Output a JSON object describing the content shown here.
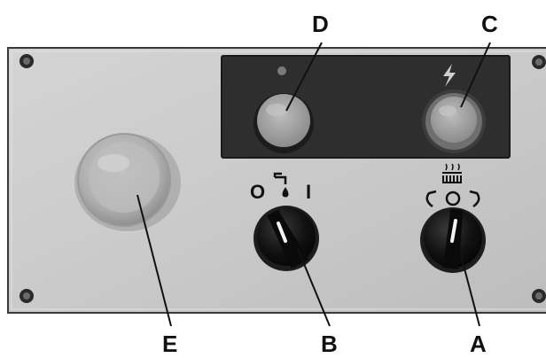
{
  "callouts": {
    "a": "A",
    "b": "B",
    "c": "C",
    "d": "D",
    "e": "E"
  },
  "switch_symbols": {
    "off_mark": "O",
    "on_mark": "I"
  },
  "icons": {
    "indicator_top": "pilot-lamp-icon",
    "indicator_power": "lightning-bolt-icon",
    "pump": "coolant-pump-icon",
    "heater": "heater-icon",
    "rotation": "rotation-arrows-icon"
  },
  "colors": {
    "panel": "#c9c9c9",
    "inset": "#2e2e2e",
    "knob": "#0c0c0c",
    "pointer": "#f4f4f4",
    "button": "#a7a7a7",
    "estop": "#b3b3b3"
  }
}
